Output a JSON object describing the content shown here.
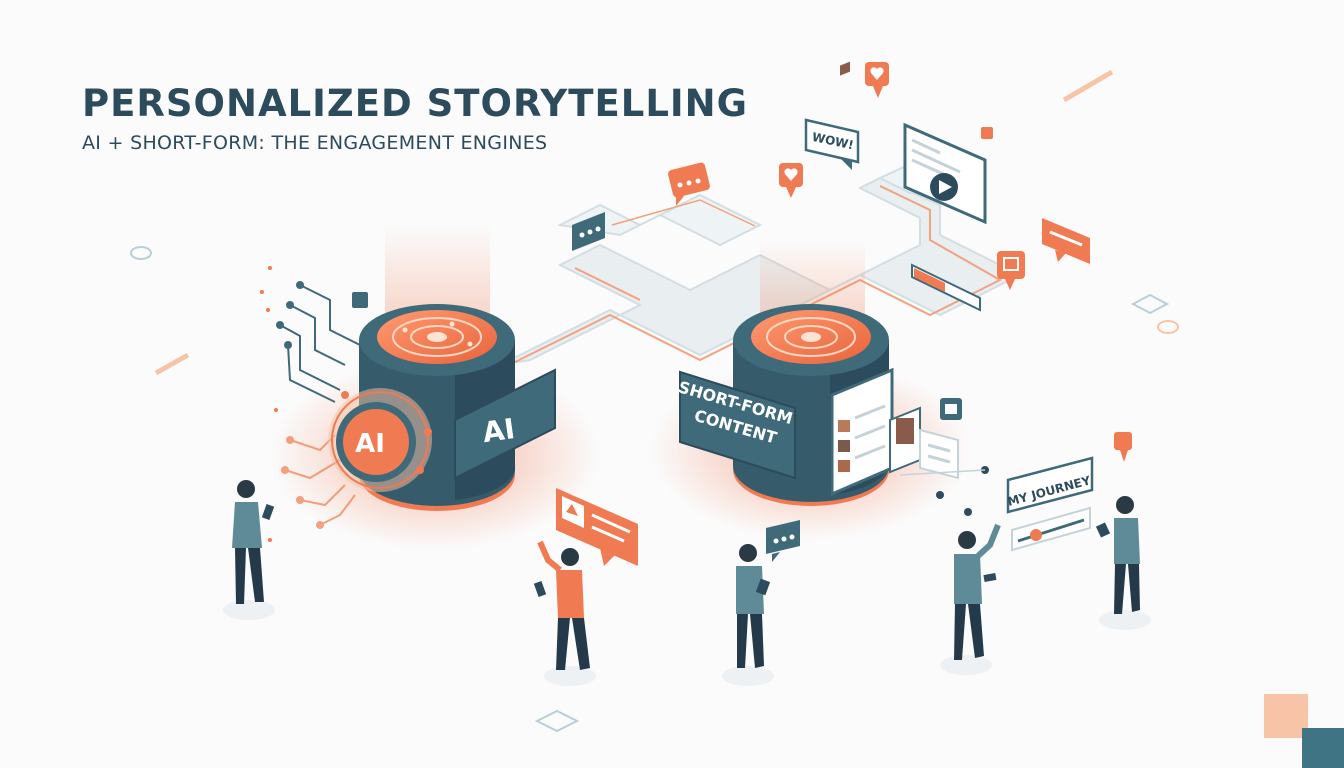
{
  "header": {
    "title": "PERSONALIZED STORYTELLING",
    "subtitle": "AI + SHORT-FORM: THE ENGAGEMENT ENGINES"
  },
  "engines": {
    "ai_badge": "AI",
    "ai_panel": "AI",
    "shortform_line1": "SHORT-FORM",
    "shortform_line2": "CONTENT"
  },
  "bubbles": {
    "wow": "WOW!",
    "my_journey": "MY JOURNEY"
  },
  "colors": {
    "navy": "#2c4b5c",
    "teal": "#3f6a7a",
    "orange": "#f07a52",
    "light_orange": "#f8c4a8"
  },
  "icons": [
    "heart-icon",
    "chat-dots-icon",
    "play-icon",
    "image-icon",
    "circuit-icon",
    "bookmark-icon"
  ]
}
